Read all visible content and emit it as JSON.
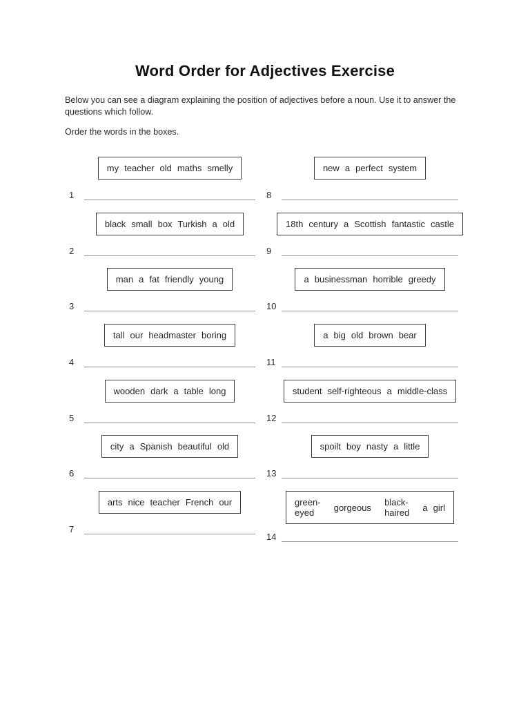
{
  "page": {
    "title": "Word Order for Adjectives Exercise",
    "intro": "Below you can see a diagram explaining the position of adjectives before a noun. Use it to answer the questions which follow.",
    "instruction": "Order the words in the boxes."
  },
  "exercise": {
    "left": [
      {
        "num": "1",
        "words": "my teacher old maths smelly"
      },
      {
        "num": "2",
        "words": "black small box Turkish a old"
      },
      {
        "num": "3",
        "words": "man a fat friendly young"
      },
      {
        "num": "4",
        "words": "tall our headmaster boring"
      },
      {
        "num": "5",
        "words": "wooden dark a table long"
      },
      {
        "num": "6",
        "words": "city a Spanish beautiful old"
      },
      {
        "num": "7",
        "words": "arts nice teacher French our"
      }
    ],
    "right": [
      {
        "num": "8",
        "words": "new a perfect system"
      },
      {
        "num": "9",
        "words": "18th century a Scottish fantastic castle"
      },
      {
        "num": "10",
        "words": "a businessman horrible greedy"
      },
      {
        "num": "11",
        "words": "a big old brown bear"
      },
      {
        "num": "12",
        "words": "student self-righteous a middle-class"
      },
      {
        "num": "13",
        "words": "spoilt boy nasty a little"
      },
      {
        "num": "14",
        "parts": [
          "green-\neyed",
          "gorgeous",
          "black-\nhaired",
          "a girl"
        ]
      }
    ]
  }
}
